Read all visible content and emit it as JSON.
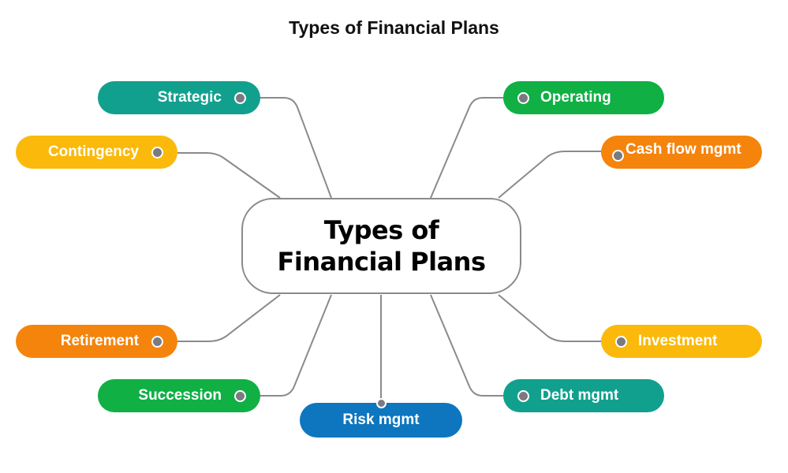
{
  "title": "Types of Financial Plans",
  "center": {
    "line1": "Types of",
    "line2": "Financial Plans"
  },
  "nodes": [
    {
      "id": "strategic",
      "label": "Strategic",
      "side": "left",
      "color": "#12a08e"
    },
    {
      "id": "contingency",
      "label": "Contingency",
      "side": "left",
      "color": "#fbb90b"
    },
    {
      "id": "retirement",
      "label": "Retirement",
      "side": "left",
      "color": "#f5840c"
    },
    {
      "id": "succession",
      "label": "Succession",
      "side": "left",
      "color": "#10b045"
    },
    {
      "id": "risk-mgmt",
      "label": "Risk mgmt",
      "side": "bottom",
      "color": "#0d76bf"
    },
    {
      "id": "debt-mgmt",
      "label": "Debt mgmt",
      "side": "right",
      "color": "#12a08e"
    },
    {
      "id": "investment",
      "label": "Investment",
      "side": "right",
      "color": "#fbb90b"
    },
    {
      "id": "cash-flow-mgmt",
      "label": "Cash flow mgmt",
      "side": "right",
      "color": "#f5840c"
    },
    {
      "id": "operating",
      "label": "Operating",
      "side": "right",
      "color": "#10b045"
    }
  ],
  "colors": {
    "connector": "#8a8a8a",
    "dot": "#7a7a80",
    "center_border": "#8a8a8a"
  }
}
